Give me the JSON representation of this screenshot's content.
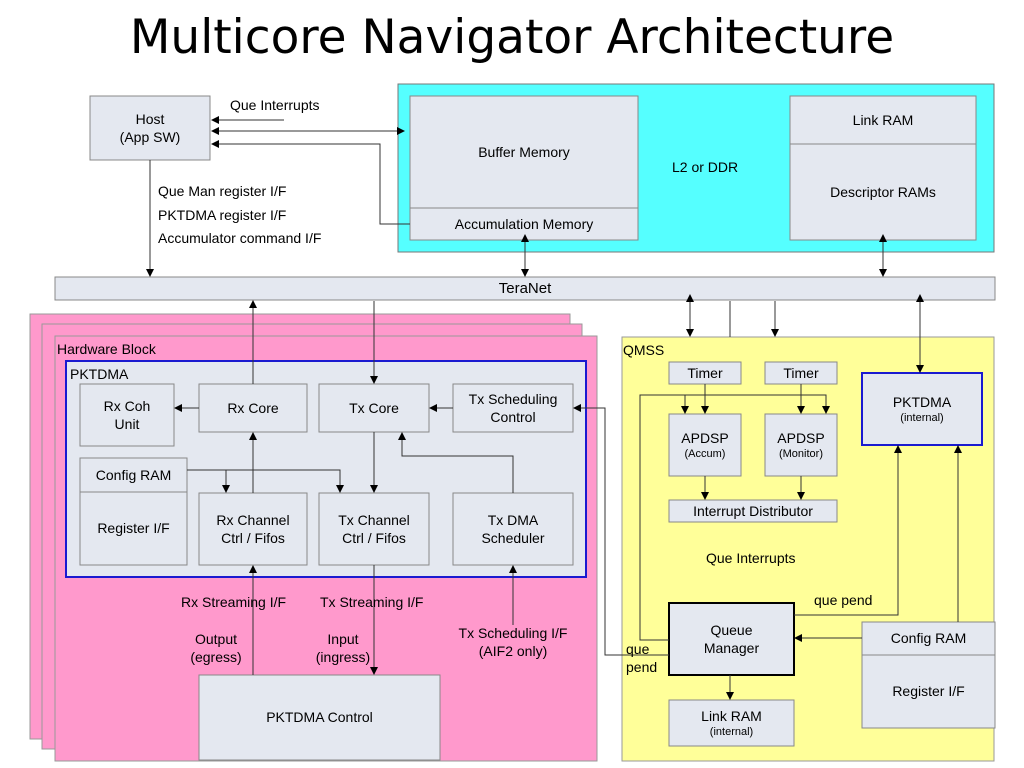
{
  "title": "Multicore Navigator Architecture",
  "host": {
    "line1": "Host",
    "line2": "(App SW)"
  },
  "que_interrupts_top": "Que Interrupts",
  "host_if": [
    "Que Man register I/F",
    "PKTDMA register I/F",
    "Accumulator command I/F"
  ],
  "memory": {
    "buffer_memory": "Buffer Memory",
    "accumulation_memory": "Accumulation Memory",
    "l2_ddr": "L2 or DDR",
    "link_ram": "Link RAM",
    "descriptor_rams": "Descriptor RAMs"
  },
  "teranet": "TeraNet",
  "hardware": {
    "block_label": "Hardware Block",
    "pktdma_label": "PKTDMA",
    "rx_coh": [
      "Rx Coh",
      "Unit"
    ],
    "rx_core": "Rx Core",
    "tx_core": "Tx Core",
    "tx_sched_ctrl": [
      "Tx Scheduling",
      "Control"
    ],
    "config_ram": "Config RAM",
    "register_if": "Register I/F",
    "rx_channel": [
      "Rx Channel",
      "Ctrl / Fifos"
    ],
    "tx_channel": [
      "Tx Channel",
      "Ctrl / Fifos"
    ],
    "tx_dma_sched": [
      "Tx DMA",
      "Scheduler"
    ],
    "rx_stream": "Rx Streaming I/F",
    "tx_stream": "Tx Streaming I/F",
    "output": [
      "Output",
      "(egress)"
    ],
    "input": [
      "Input",
      "(ingress)"
    ],
    "tx_sched_if": [
      "Tx Scheduling I/F",
      "(AIF2 only)"
    ],
    "pktdma_control": "PKTDMA Control"
  },
  "qmss": {
    "label": "QMSS",
    "timer1": "Timer",
    "timer2": "Timer",
    "apdsp1": {
      "name": "APDSP",
      "sub": "(Accum)"
    },
    "apdsp2": {
      "name": "APDSP",
      "sub": "(Monitor)"
    },
    "pktdma": {
      "name": "PKTDMA",
      "sub": "(internal)"
    },
    "interrupt_distributor": "Interrupt Distributor",
    "que_interrupts": "Que Interrupts",
    "que_pend_right": "que pend",
    "que_pend_left": [
      "que",
      "pend"
    ],
    "queue_manager": [
      "Queue",
      "Manager"
    ],
    "config_ram": "Config RAM",
    "register_if": "Register I/F",
    "link_ram": {
      "name": "Link RAM",
      "sub": "(internal)"
    }
  },
  "colors": {
    "cyan": "#55ffff",
    "pink": "#ff99cc",
    "yellow": "#ffff99",
    "box_fill": "#e4e8f0",
    "blue_border": "#1a1ad0"
  }
}
